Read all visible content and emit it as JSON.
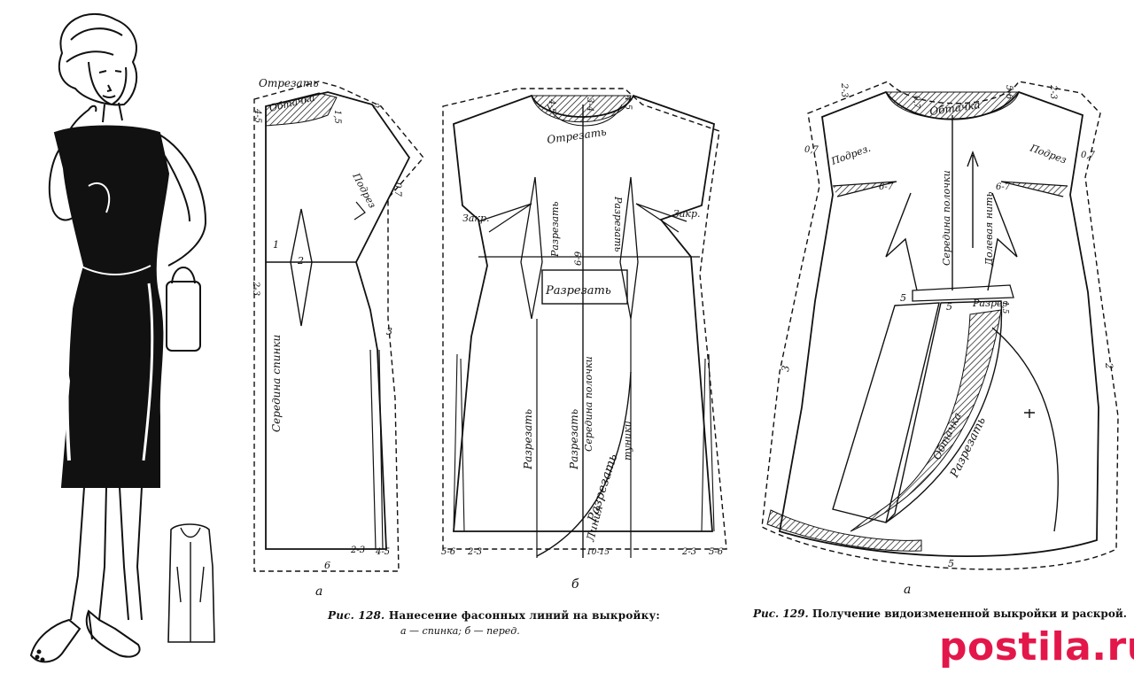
{
  "figure128": {
    "caption_title": "Рис. 128.",
    "caption_text": "Нанесение фасонных линий на выкройку:",
    "caption_sub": "а — спинка; б — перед.",
    "panel_a": {
      "letter": "а",
      "labels": {
        "otrezat": "Отрезать",
        "obtachka": "Обтачка",
        "podrez": "Подрез",
        "seredina": "Середина спинки",
        "m45": "4-5",
        "m15": "1,5",
        "m2": "2",
        "m07": "0,7",
        "m1": "1",
        "m2b": "2",
        "m23": "2-3",
        "m3": "3",
        "m23b": "2-3",
        "m45b": "4-5",
        "m6": "6"
      }
    },
    "panel_b": {
      "letter": "б",
      "labels": {
        "m45l": "4-5",
        "m34": "3-4",
        "m45r": "4-5",
        "otrezat": "Отрезать",
        "zakrL": "Закр.",
        "zakrR": "Закр.",
        "razrezatL": "Разрезать",
        "razrezatR": "Разрезать",
        "m69": "6-9",
        "razrezatBar": "Разрезать",
        "razrezatLow": "Разрезать",
        "seredina": "Середина полочки",
        "razrezatMid": "Разрезать",
        "tunika": "туники",
        "razrezat2": "Разрезать",
        "liniya": "Линия",
        "m56l": "5-6",
        "m23l": "2-3",
        "m1015": "10-15",
        "m23r": "2-3",
        "m56r": "5-6"
      }
    }
  },
  "figure129": {
    "caption_title": "Рис. 129.",
    "caption_text": "Получение видоизмененной выкройки и раскрой.",
    "letter": "а",
    "labels": {
      "m23": "2-3",
      "obtachka": "Обтачка",
      "m07t": "0,7",
      "m56": "5-6",
      "m23r": "2-3",
      "m07l": "0,7",
      "podrezL": "Подрез.",
      "seredina": "Середина полочки",
      "dolevaya": "Долевая нить",
      "podrezR": "Подрез",
      "m07r": "0,7",
      "m67l": "6-7",
      "m67r": "6-7",
      "razrez": "Разрез",
      "m15": "1,5",
      "m5a": "5",
      "m5b": "5",
      "obtachka2": "Обтачка",
      "razrezat": "Разрезать",
      "m3": "3",
      "m2": "2",
      "m5bottom": "5"
    }
  },
  "watermark": "postila.ru",
  "colors": {
    "ink": "#111111",
    "watermark": "#e3174a"
  }
}
